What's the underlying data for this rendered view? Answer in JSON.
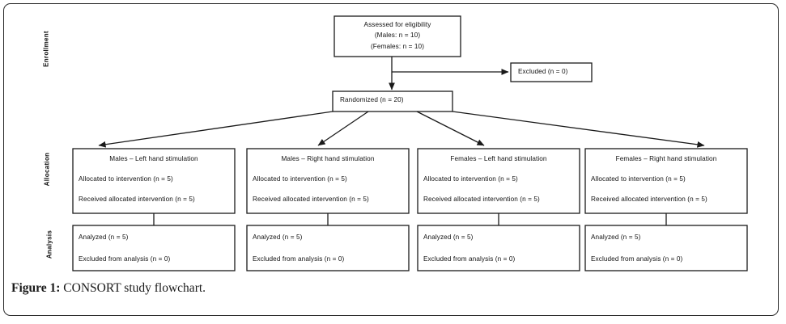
{
  "figure": {
    "caption_label": "Figure 1:",
    "caption_text": " CONSORT study flowchart."
  },
  "stages": [
    {
      "id": "enrollment",
      "label": "Enrollment"
    },
    {
      "id": "allocation",
      "label": "Allocation"
    },
    {
      "id": "analysis",
      "label": "Analysis"
    }
  ],
  "enrollment": {
    "assessed": {
      "line1": "Assessed for eligibility",
      "line2": "(Males: n = 10)",
      "line3": "(Females: n = 10)"
    },
    "excluded": {
      "line1": "Excluded (n = 0)"
    },
    "randomized": {
      "line1": "Randomized (n = 20)"
    }
  },
  "allocation": {
    "arms": [
      {
        "title": "Males – Left hand stimulation",
        "allocated": "Allocated to intervention (n = 5)",
        "received": "Received allocated intervention (n = 5)"
      },
      {
        "title": "Males – Right hand stimulation",
        "allocated": "Allocated to intervention (n = 5)",
        "received": "Received allocated intervention (n = 5)"
      },
      {
        "title": "Females – Left hand stimulation",
        "allocated": "Allocated to intervention (n = 5)",
        "received": "Received allocated intervention (n = 5)"
      },
      {
        "title": "Females – Right hand stimulation",
        "allocated": "Allocated to intervention (n = 5)",
        "received": "Received allocated intervention (n = 5)"
      }
    ]
  },
  "analysis": {
    "arms": [
      {
        "analyzed": "Analyzed (n = 5)",
        "excluded": "Excluded from analysis (n = 0)"
      },
      {
        "analyzed": "Analyzed (n = 5)",
        "excluded": "Excluded from analysis (n = 0)"
      },
      {
        "analyzed": "Analyzed (n = 5)",
        "excluded": "Excluded from analysis (n = 0)"
      },
      {
        "analyzed": "Analyzed (n = 5)",
        "excluded": "Excluded from analysis (n = 0)"
      }
    ]
  },
  "colors": {
    "box_stroke": "#1a1a1a",
    "frame_stroke": "#2b2b2b",
    "text": "#111111",
    "background": "#ffffff"
  }
}
